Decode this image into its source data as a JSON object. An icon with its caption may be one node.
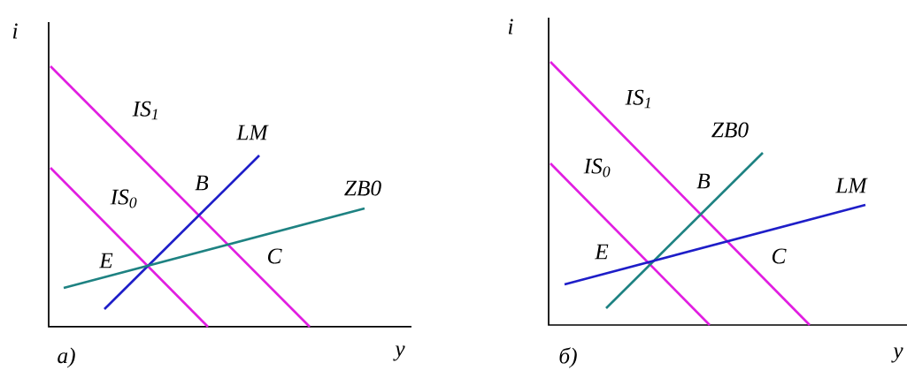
{
  "diagram": {
    "labels": [
      "i",
      "IS$_{1}$",
      "LM",
      "B",
      "IS$_{0}$",
      "ZB0",
      "E",
      "C",
      "а)",
      "y",
      "i",
      "IS$_{1}$",
      "ZB0",
      "IS$_{0}$",
      "B",
      "LM",
      "E",
      "C",
      "б)",
      "y"
    ]
  }
}
